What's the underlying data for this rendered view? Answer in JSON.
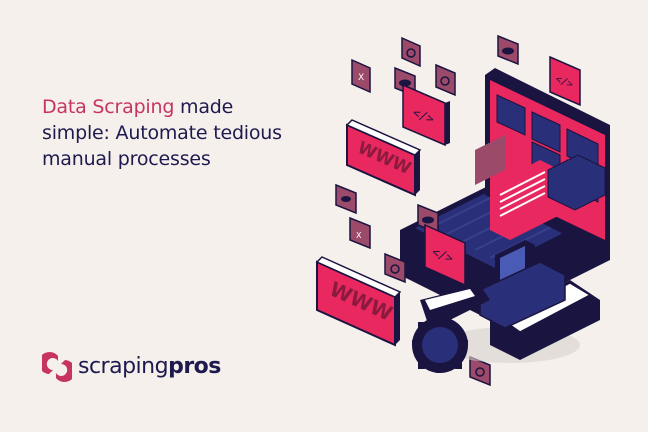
{
  "headline": {
    "highlight": "Data Scraping",
    "rest_line1": " made",
    "line2": "simple: Automate tedious",
    "line3": "manual processes"
  },
  "brand": {
    "name_light": "scraping",
    "name_bold": "pros"
  },
  "illustration": {
    "www_label_1": "WWW",
    "www_label_2": "WWW",
    "code_label": "</>",
    "icons": [
      "excel-icon",
      "gear-icon",
      "cloud-icon",
      "code-icon",
      "twitter-icon",
      "www-sign",
      "laptop",
      "robot-excavator",
      "server-racks"
    ]
  },
  "colors": {
    "background": "#f5f0ec",
    "navy": "#1e1a4d",
    "accent": "#c7355f",
    "pink": "#e8285e",
    "mauve": "#9c4a6a",
    "indigo": "#2a2f7a"
  }
}
